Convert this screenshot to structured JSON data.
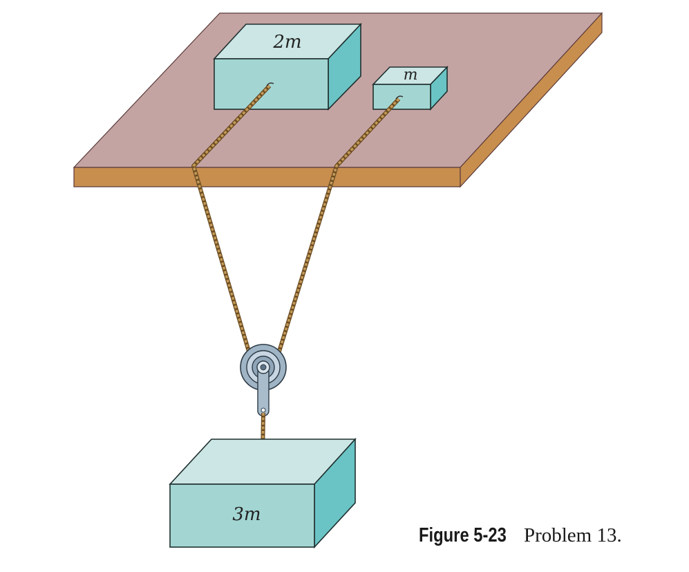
{
  "blocks": {
    "block_2m": {
      "label": "2m"
    },
    "block_m": {
      "label": "m"
    },
    "block_3m": {
      "label": "3m"
    }
  },
  "caption": {
    "label": "Figure 5-23",
    "text": "Problem 13."
  },
  "colors": {
    "table_top": "#c4a4a3",
    "table_edge": "#c88e4e",
    "block_front": "#a3d6d3",
    "block_top": "#cbe6e4",
    "block_side": "#6ac4c5",
    "rope": "#b2884a",
    "pulley": "#9fb4c4"
  }
}
